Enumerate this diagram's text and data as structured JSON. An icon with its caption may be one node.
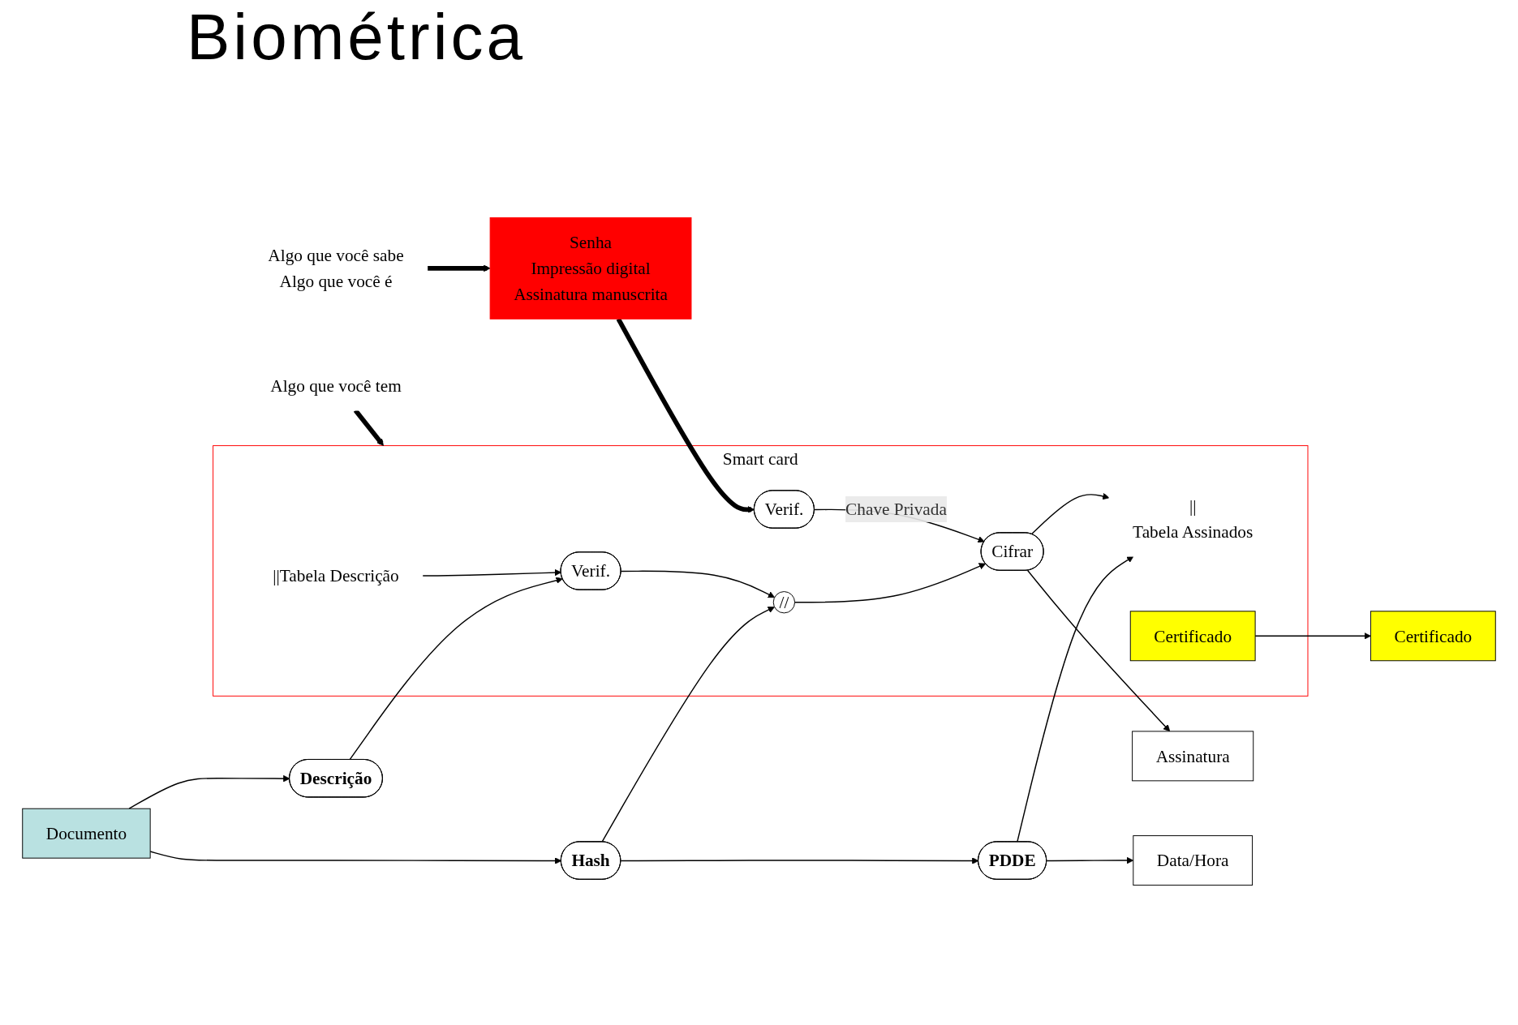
{
  "diagram": {
    "title": "Biométrica",
    "nodes": [
      {
        "text": [
          "Smart card"
        ]
      },
      {
        "text": [
          "Documento"
        ]
      },
      {
        "text": [
          "Data/Hora"
        ]
      },
      {
        "text": [
          "Assinatura"
        ]
      },
      {
        "text": [
          "Certificado"
        ]
      },
      {
        "text": [
          "Descrição"
        ]
      },
      {
        "text": [
          "Hash"
        ]
      },
      {
        "text": [
          "PDDE"
        ]
      },
      {
        "text": [
          "Verif."
        ],
        "in": 0
      },
      {
        "text": [
          "||Tabela Descrição"
        ],
        "in": 0
      },
      {
        "text": [
          "//"
        ],
        "in": 0
      },
      {
        "text": [
          "Cifrar"
        ],
        "in": 0
      },
      {
        "text": [
          "||",
          "Tabela Assinados"
        ],
        "in": 0
      },
      {
        "text": [
          "Certificado"
        ],
        "in": 0
      },
      {
        "text": [
          "Verif."
        ],
        "in": 0
      },
      {
        "text": [
          "Senha",
          "Impressão digital",
          "Assinatura manuscrita"
        ]
      },
      {
        "text": [
          "Algo que você tem"
        ]
      },
      {
        "text": [
          "Algo que você sabe",
          "Algo que você é"
        ]
      }
    ],
    "edges": [
      {
        "from": 1,
        "to": 5,
        "arrow": "to"
      },
      {
        "from": 5,
        "to": 8,
        "arrow": "to"
      },
      {
        "from": 1,
        "to": 6,
        "arrow": "to"
      },
      {
        "from": 6,
        "to": 10,
        "arrow": "to"
      },
      {
        "from": 6,
        "to": 7,
        "arrow": "to"
      },
      {
        "from": 9,
        "to": 8,
        "arrow": "to"
      },
      {
        "from": 8,
        "to": 10,
        "arrow": "to"
      },
      {
        "from": 10,
        "to": 11,
        "arrow": "to"
      },
      {
        "from": 7,
        "to": 12,
        "arrow": "to"
      },
      {
        "from": 7,
        "to": 2,
        "arrow": "to"
      },
      {
        "from": 11,
        "to": 12,
        "arrow": "to"
      },
      {
        "from": 11,
        "to": 3,
        "arrow": "to"
      },
      {
        "from": 13,
        "to": 4,
        "arrow": "to"
      },
      {
        "from": 14,
        "to": 11,
        "arrow": "to",
        "label": "Chave Privada"
      },
      {
        "from": 15,
        "to": 14,
        "arrow": "to",
        "style": "thick"
      },
      {
        "from": 17,
        "to": 15,
        "arrow": "to",
        "style": "thick"
      },
      {
        "from": 16,
        "to": 0,
        "arrow": "to",
        "style": "thick"
      }
    ]
  }
}
